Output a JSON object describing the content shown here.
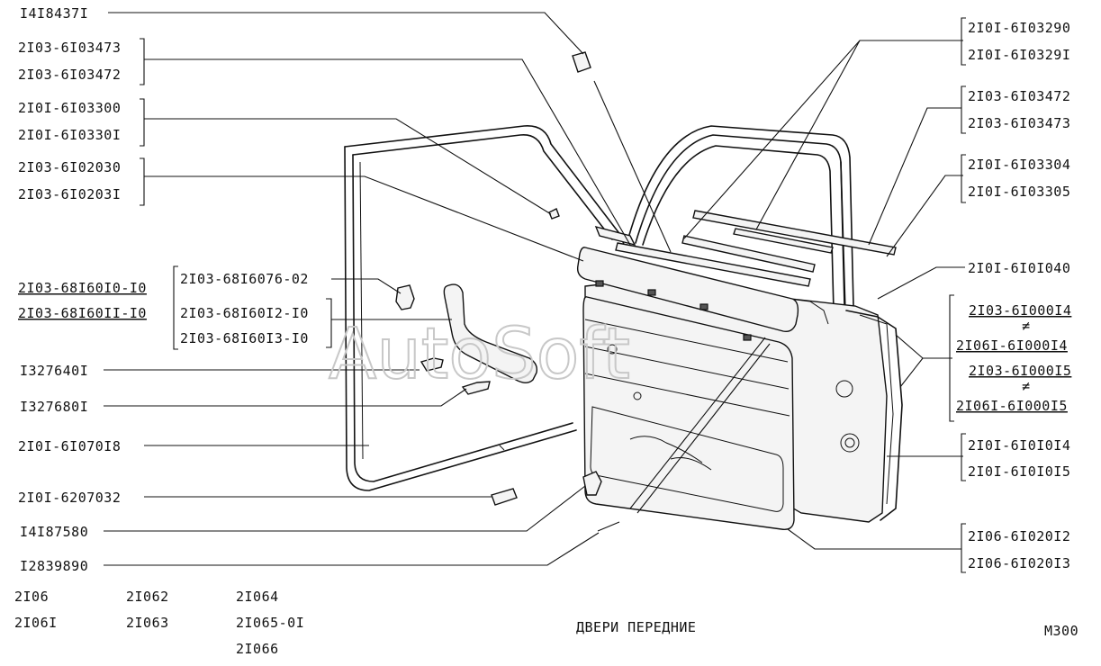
{
  "diagram": {
    "title": "ДВЕРИ ПЕРЕДНИЕ",
    "sheet_code": "M300",
    "watermark": "AutoSoft",
    "models": {
      "col1": [
        "2I06",
        "2I06I"
      ],
      "col2": [
        "2I062",
        "2I063"
      ],
      "col3": [
        "2I064",
        "2I065-0I",
        "2I066"
      ]
    },
    "left_labels": {
      "l1": "I4I8437I",
      "l2a": "2I03-6I03473",
      "l2b": "2I03-6I03472",
      "l3a": "2I0I-6I03300",
      "l3b": "2I0I-6I0330I",
      "l4a": "2I03-6I02030",
      "l4b": "2I03-6I0203I",
      "l5a": "2I03-68I60I0-I0",
      "l5b": "2I03-68I60II-I0",
      "l6": "2I03-68I6076-02",
      "l7a": "2I03-68I60I2-I0",
      "l7b": "2I03-68I60I3-I0",
      "l8": "I327640I",
      "l9": "I327680I",
      "l10": "2I0I-6I070I8",
      "l11": "2I0I-6207032",
      "l12": "I4I87580",
      "l13": "I2839890"
    },
    "right_labels": {
      "r1a": "2I0I-6I03290",
      "r1b": "2I0I-6I0329I",
      "r2a": "2I03-6I03472",
      "r2b": "2I03-6I03473",
      "r3a": "2I0I-6I03304",
      "r3b": "2I0I-6I03305",
      "r4": "2I0I-6I0I040",
      "r5a": "2I03-6I000I4",
      "r5b": "2I06I-6I000I4",
      "r5c": "2I03-6I000I5",
      "r5d": "2I06I-6I000I5",
      "ne": "≠",
      "r6a": "2I0I-6I0I0I4",
      "r6b": "2I0I-6I0I0I5",
      "r7a": "2I06-6I020I2",
      "r7b": "2I06-6I020I3"
    }
  }
}
